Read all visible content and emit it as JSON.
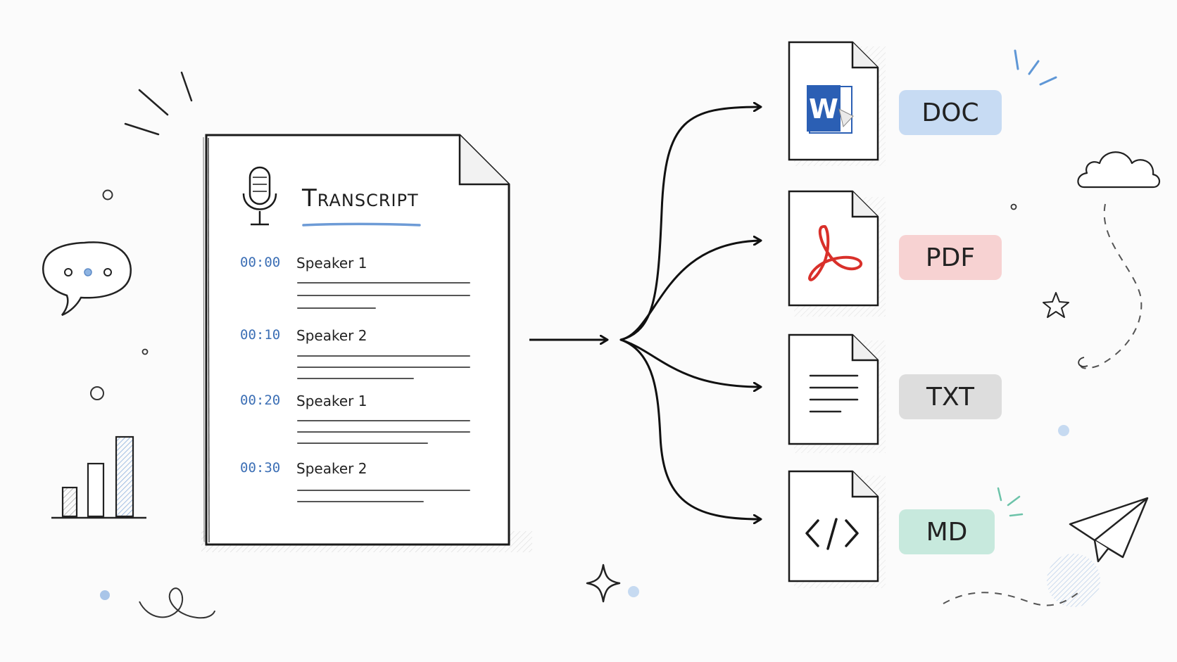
{
  "transcript": {
    "title": "Transcript",
    "entries": [
      {
        "time": "00:00",
        "speaker": "Speaker 1"
      },
      {
        "time": "00:10",
        "speaker": "Speaker 2"
      },
      {
        "time": "00:20",
        "speaker": "Speaker 1"
      },
      {
        "time": "00:30",
        "speaker": "Speaker 2"
      }
    ]
  },
  "formats": [
    {
      "label": "DOC",
      "icon": "word-icon",
      "color": "#aacaee"
    },
    {
      "label": "PDF",
      "icon": "acrobat-icon",
      "color": "#f5bcbc"
    },
    {
      "label": "TXT",
      "icon": "text-lines-icon",
      "color": "#cdcdcd"
    },
    {
      "label": "MD",
      "icon": "code-icon",
      "color": "#aadecc"
    }
  ],
  "colors": {
    "ink": "#1e1e1e",
    "accent": "#3c6fb5",
    "word_blue": "#2b5fb4",
    "pdf_red": "#d9302a"
  }
}
